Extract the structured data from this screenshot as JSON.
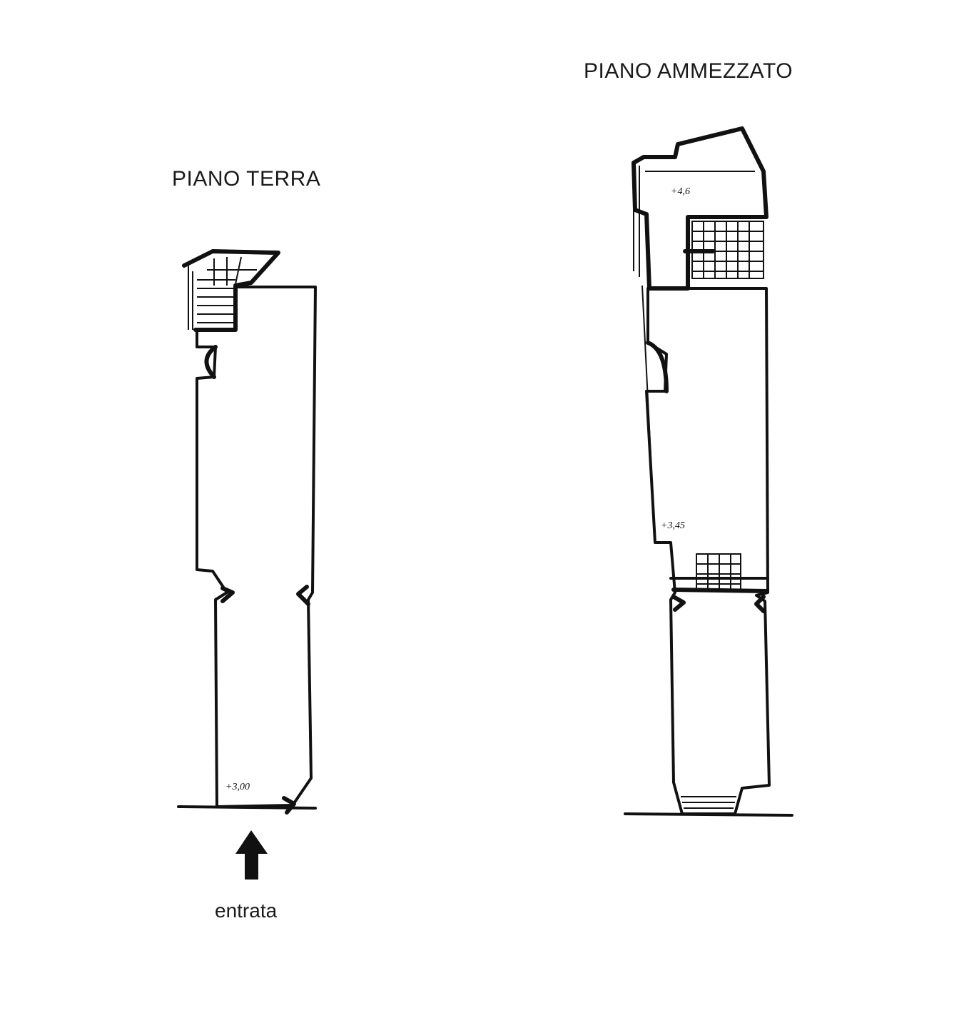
{
  "plans": {
    "ground_floor": {
      "title": "PIANO TERRA",
      "height_note": "+3,00"
    },
    "mezzanine": {
      "title": "PIANO AMMEZZATO",
      "height_note_top": "+4,6",
      "height_note_mid": "+3,45"
    }
  },
  "entrance": {
    "label": "entrata"
  },
  "colors": {
    "ink": "#111111",
    "paper": "#ffffff"
  }
}
